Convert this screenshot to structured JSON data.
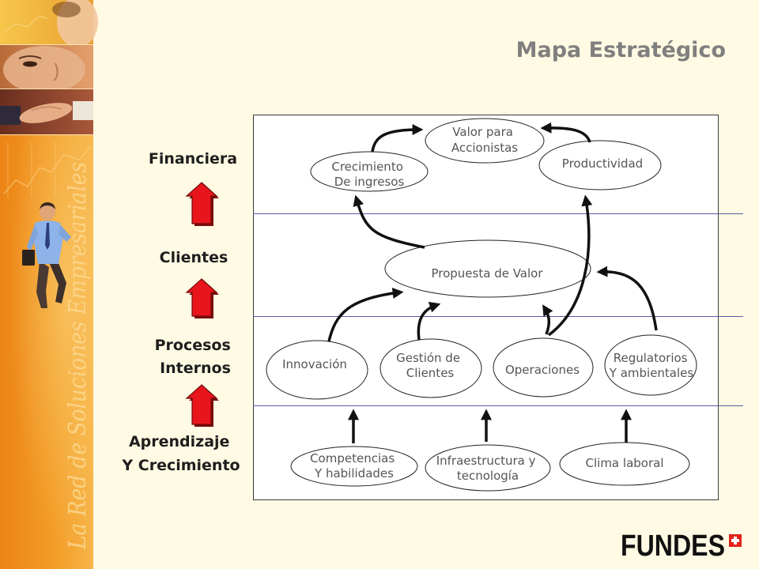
{
  "title": "Mapa Estratégico",
  "sidebar": {
    "tagline": "La Red de Soluciones Empresariales"
  },
  "perspectives": [
    {
      "lines": [
        "Financiera"
      ]
    },
    {
      "lines": [
        "Clientes"
      ]
    },
    {
      "lines": [
        "Procesos",
        "Internos"
      ]
    },
    {
      "lines": [
        "Aprendizaje",
        "Y Crecimiento"
      ]
    }
  ],
  "nodes": {
    "valor_accionistas": [
      "Valor para",
      "Accionistas"
    ],
    "crecimiento_ingresos": [
      "Crecimiento",
      "De ingresos"
    ],
    "productividad": [
      "Productividad"
    ],
    "propuesta_valor": [
      "Propuesta de Valor"
    ],
    "innovacion": [
      "Innovación"
    ],
    "gestion_clientes": [
      "Gestión de",
      "Clientes"
    ],
    "operaciones": [
      "Operaciones"
    ],
    "regulatorios": [
      "Regulatorios",
      "Y ambientales"
    ],
    "competencias": [
      "Competencias",
      "Y habilidades"
    ],
    "infraestructura": [
      "Infraestructura y",
      "tecnología"
    ],
    "clima_laboral": [
      "Clima laboral"
    ]
  },
  "logo": {
    "text": "FUNDES",
    "icon": "swiss-cross-icon"
  },
  "colors": {
    "background": "#FFFAE3",
    "title": "#7F7F7F",
    "label": "#1E1E1E",
    "node_text": "#555555",
    "node_stroke": "#222222",
    "divider": "#5A5AA6",
    "arrow": "#111111",
    "up_arrow": "#E8161C",
    "logo": "#111111",
    "logo_accent": "#E2231A"
  }
}
